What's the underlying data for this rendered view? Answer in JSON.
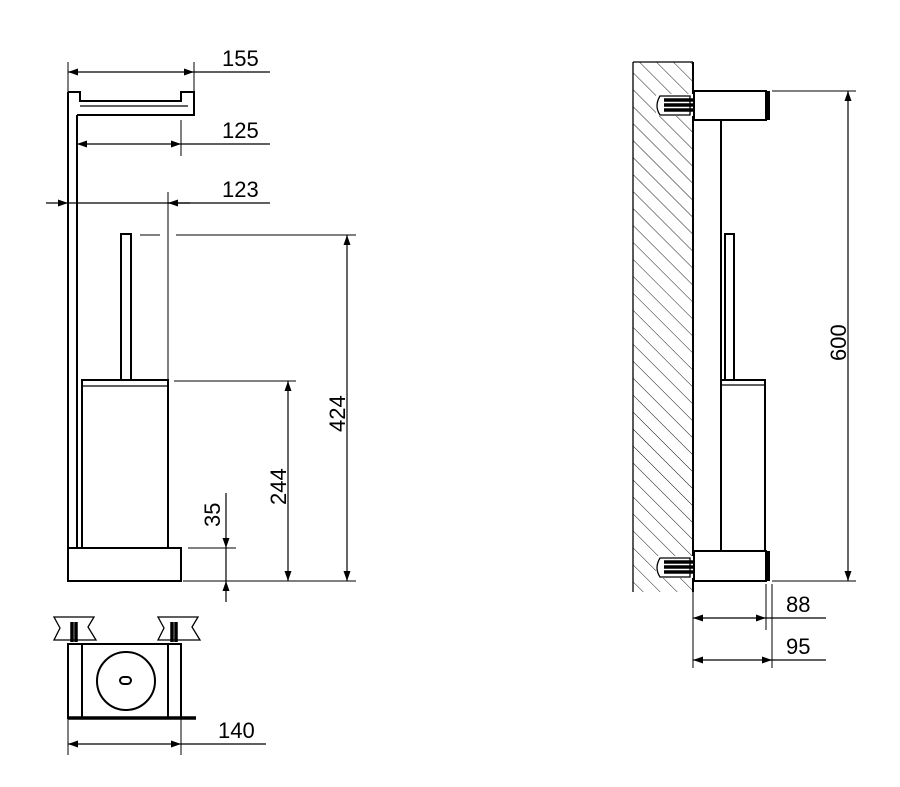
{
  "diagram": {
    "dimensions": {
      "width_155": "155",
      "width_125": "125",
      "width_123": "123",
      "height_424": "424",
      "height_244": "244",
      "height_35": "35",
      "width_140": "140",
      "height_600": "600",
      "depth_88": "88",
      "depth_95": "95"
    }
  }
}
